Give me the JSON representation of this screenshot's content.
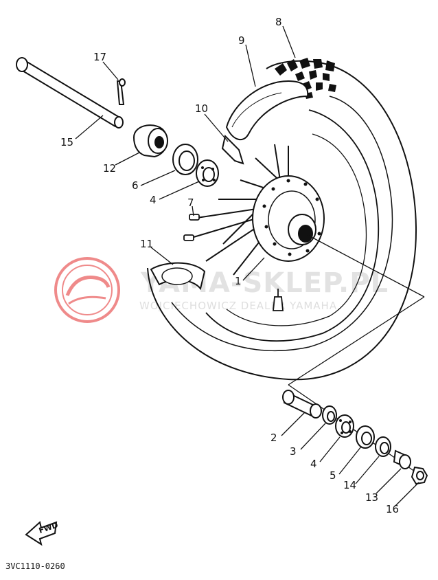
{
  "diagram": {
    "callouts": [
      {
        "id": "8",
        "label": "8"
      },
      {
        "id": "9",
        "label": "9"
      },
      {
        "id": "17",
        "label": "17"
      },
      {
        "id": "10",
        "label": "10"
      },
      {
        "id": "15",
        "label": "15"
      },
      {
        "id": "12",
        "label": "12"
      },
      {
        "id": "6",
        "label": "6"
      },
      {
        "id": "4a",
        "label": "4"
      },
      {
        "id": "7",
        "label": "7"
      },
      {
        "id": "11",
        "label": "11"
      },
      {
        "id": "1",
        "label": "1"
      },
      {
        "id": "2",
        "label": "2"
      },
      {
        "id": "3",
        "label": "3"
      },
      {
        "id": "4b",
        "label": "4"
      },
      {
        "id": "5",
        "label": "5"
      },
      {
        "id": "14",
        "label": "14"
      },
      {
        "id": "13",
        "label": "13"
      },
      {
        "id": "16",
        "label": "16"
      }
    ],
    "diagram_code": "3VC1110-0260",
    "fwd_label": "FWD",
    "watermark": {
      "text": "YAMA-SKLEP.PL",
      "subtext": "WOJCIECHOWICZ DEALER YAMAHA",
      "color": "#e85a5a"
    }
  }
}
